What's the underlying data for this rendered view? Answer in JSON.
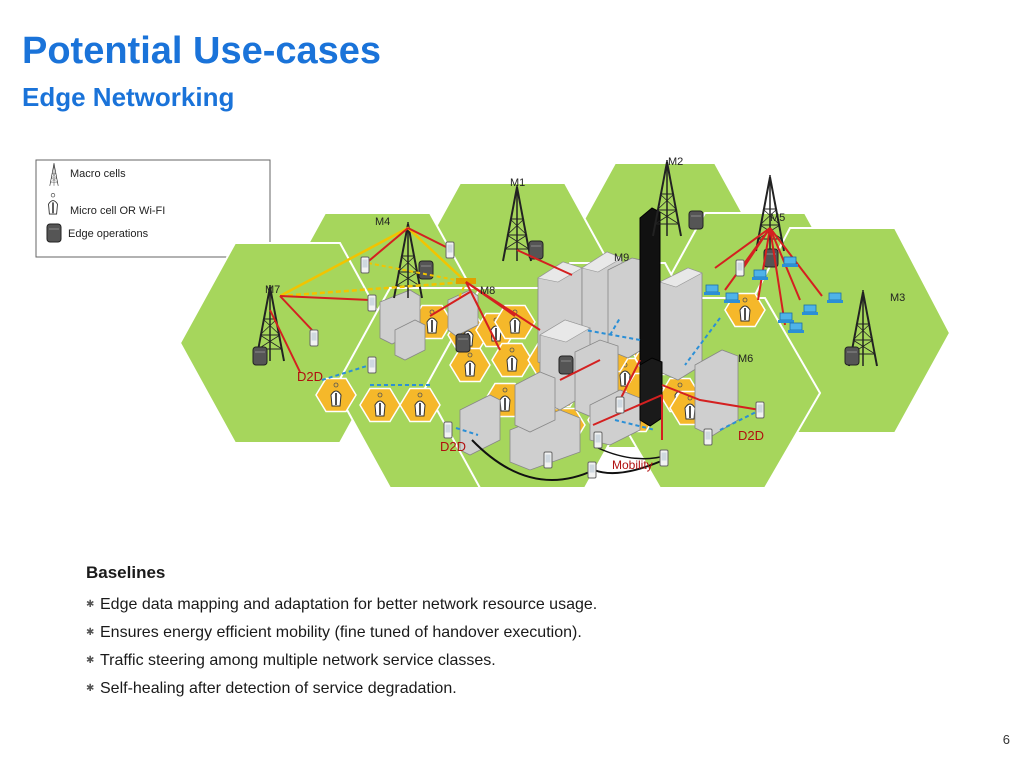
{
  "header": {
    "title": "Potential Use-cases",
    "subtitle": "Edge Networking"
  },
  "legend": {
    "items": [
      {
        "label": "Macro cells",
        "icon": "macro-tower-icon"
      },
      {
        "label": "Micro cell OR Wi-FI",
        "icon": "micro-cell-icon"
      },
      {
        "label": "Edge operations",
        "icon": "edge-server-icon"
      }
    ]
  },
  "cells": {
    "m1": "M1",
    "m2": "M2",
    "m3": "M3",
    "m4": "M4",
    "m5": "M5",
    "m6": "M6",
    "m7": "M7",
    "m8": "M8",
    "m9": "M9"
  },
  "annotations": {
    "d2d_left": "D2D",
    "d2d_bottom": "D2D",
    "d2d_right": "D2D",
    "mobility": "Mobility"
  },
  "colors": {
    "title": "#1a73d9",
    "macro_cell": "#a6d65c",
    "micro_cell": "#f5b82a",
    "red_link": "#d42020",
    "yellow_link": "#f2c400",
    "blue_link": "#2b8fd6",
    "annotation": "#b01010"
  },
  "baselines": {
    "title": "Baselines",
    "items": [
      "Edge data mapping and adaptation for better network resource usage.",
      "Ensures energy efficient mobility (fine tuned of handover execution).",
      "Traffic steering among multiple network service classes.",
      "Self-healing after detection of service degradation."
    ]
  },
  "page_number": "6"
}
